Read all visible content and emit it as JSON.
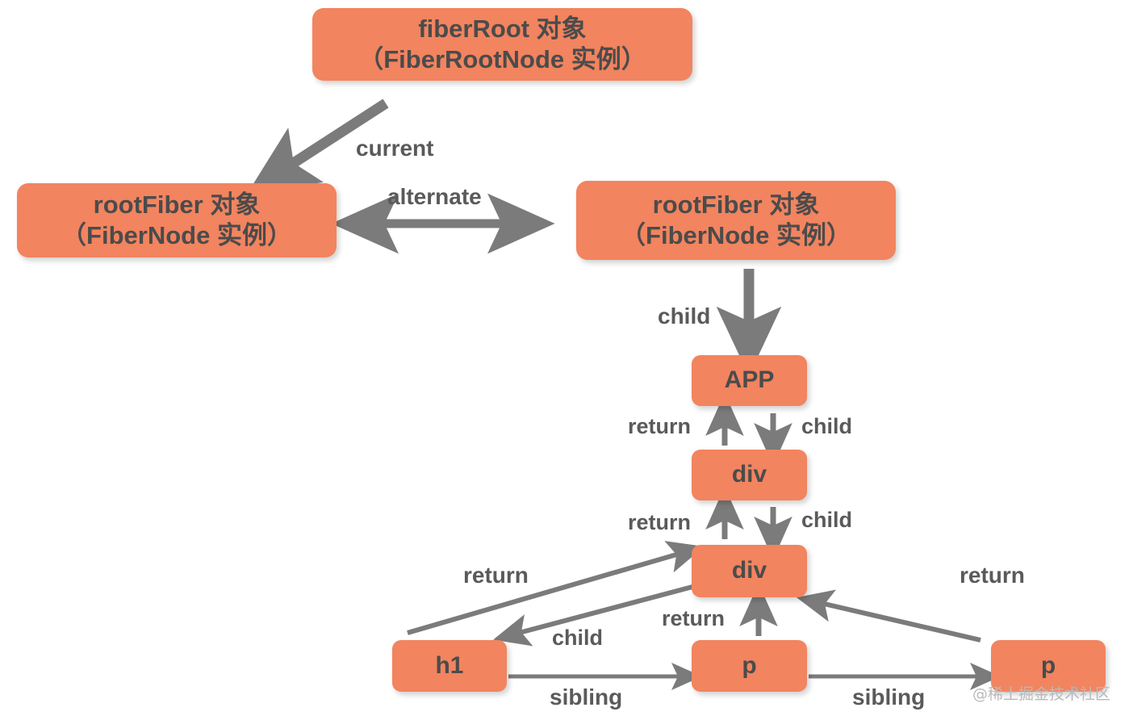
{
  "diagram": {
    "title": "React Fiber tree structure diagram",
    "colors": {
      "node_fill": "#f2845f",
      "node_text": "#4b4b4b",
      "arrow": "#777777",
      "label_text": "#5a5a5a",
      "background": "#ffffff",
      "watermark": "#b9b9b9"
    },
    "nodes": [
      {
        "id": "fiberRoot",
        "line1": "fiberRoot 对象",
        "line2": "（FiberRootNode 实例）"
      },
      {
        "id": "rootFiberL",
        "line1": "rootFiber 对象",
        "line2": "（FiberNode 实例）"
      },
      {
        "id": "rootFiberR",
        "line1": "rootFiber 对象",
        "line2": "（FiberNode 实例）"
      },
      {
        "id": "app",
        "line1": "APP",
        "line2": ""
      },
      {
        "id": "div1",
        "line1": "div",
        "line2": ""
      },
      {
        "id": "div2",
        "line1": "div",
        "line2": ""
      },
      {
        "id": "h1",
        "line1": "h1",
        "line2": ""
      },
      {
        "id": "p1",
        "line1": "p",
        "line2": ""
      },
      {
        "id": "p2",
        "line1": "p",
        "line2": ""
      }
    ],
    "edges": [
      {
        "id": "e-current",
        "label": "current",
        "from": "fiberRoot",
        "to": "rootFiberL",
        "style": "thick-diagonal"
      },
      {
        "id": "e-alternate",
        "label": "alternate",
        "from": "rootFiberL",
        "to": "rootFiberR",
        "style": "double-headed"
      },
      {
        "id": "e-child-rootfiber",
        "label": "child",
        "from": "rootFiberR",
        "to": "app",
        "style": "thick-down"
      },
      {
        "id": "e-return-app",
        "label": "return",
        "from": "div1",
        "to": "app",
        "style": "thin-up"
      },
      {
        "id": "e-child-app",
        "label": "child",
        "from": "app",
        "to": "div1",
        "style": "thin-down"
      },
      {
        "id": "e-return-div1",
        "label": "return",
        "from": "div2",
        "to": "div1",
        "style": "thin-up"
      },
      {
        "id": "e-child-div1",
        "label": "child",
        "from": "div1",
        "to": "div2",
        "style": "thin-down"
      },
      {
        "id": "e-return-h1",
        "label": "return",
        "from": "h1",
        "to": "div2",
        "style": "diagonal"
      },
      {
        "id": "e-child-div2",
        "label": "child",
        "from": "div2",
        "to": "h1",
        "style": "diagonal"
      },
      {
        "id": "e-return-p1",
        "label": "return",
        "from": "p1",
        "to": "div2",
        "style": "thin-up"
      },
      {
        "id": "e-sibling-h1-p1",
        "label": "sibling",
        "from": "h1",
        "to": "p1",
        "style": "thin-right"
      },
      {
        "id": "e-sibling-p1-p2",
        "label": "sibling",
        "from": "p1",
        "to": "p2",
        "style": "thin-right"
      },
      {
        "id": "e-return-p2",
        "label": "return",
        "from": "p2",
        "to": "div2",
        "style": "diagonal"
      }
    ],
    "watermark": "@稀土掘金技术社区"
  }
}
